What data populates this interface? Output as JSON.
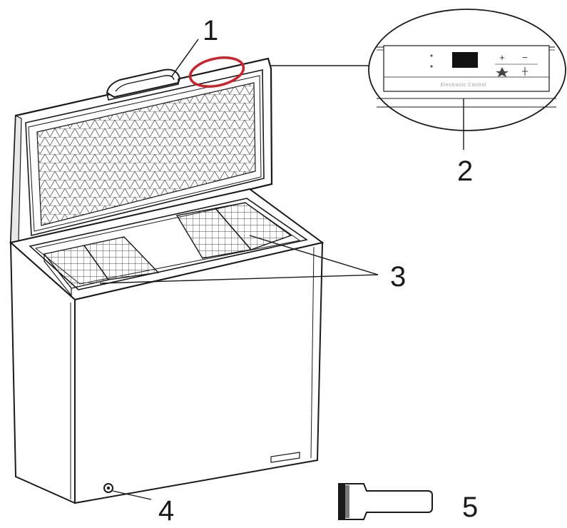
{
  "diagram": {
    "callouts": [
      {
        "id": "1",
        "label": "1"
      },
      {
        "id": "2",
        "label": "2"
      },
      {
        "id": "3",
        "label": "3"
      },
      {
        "id": "4",
        "label": "4"
      },
      {
        "id": "5",
        "label": "5"
      }
    ],
    "control_panel": {
      "text": "Electronic Control",
      "buttons": [
        "+",
        "−"
      ]
    },
    "colors": {
      "line": "#1a1a1a",
      "highlight": "#d0202a",
      "display": "#111111"
    }
  }
}
